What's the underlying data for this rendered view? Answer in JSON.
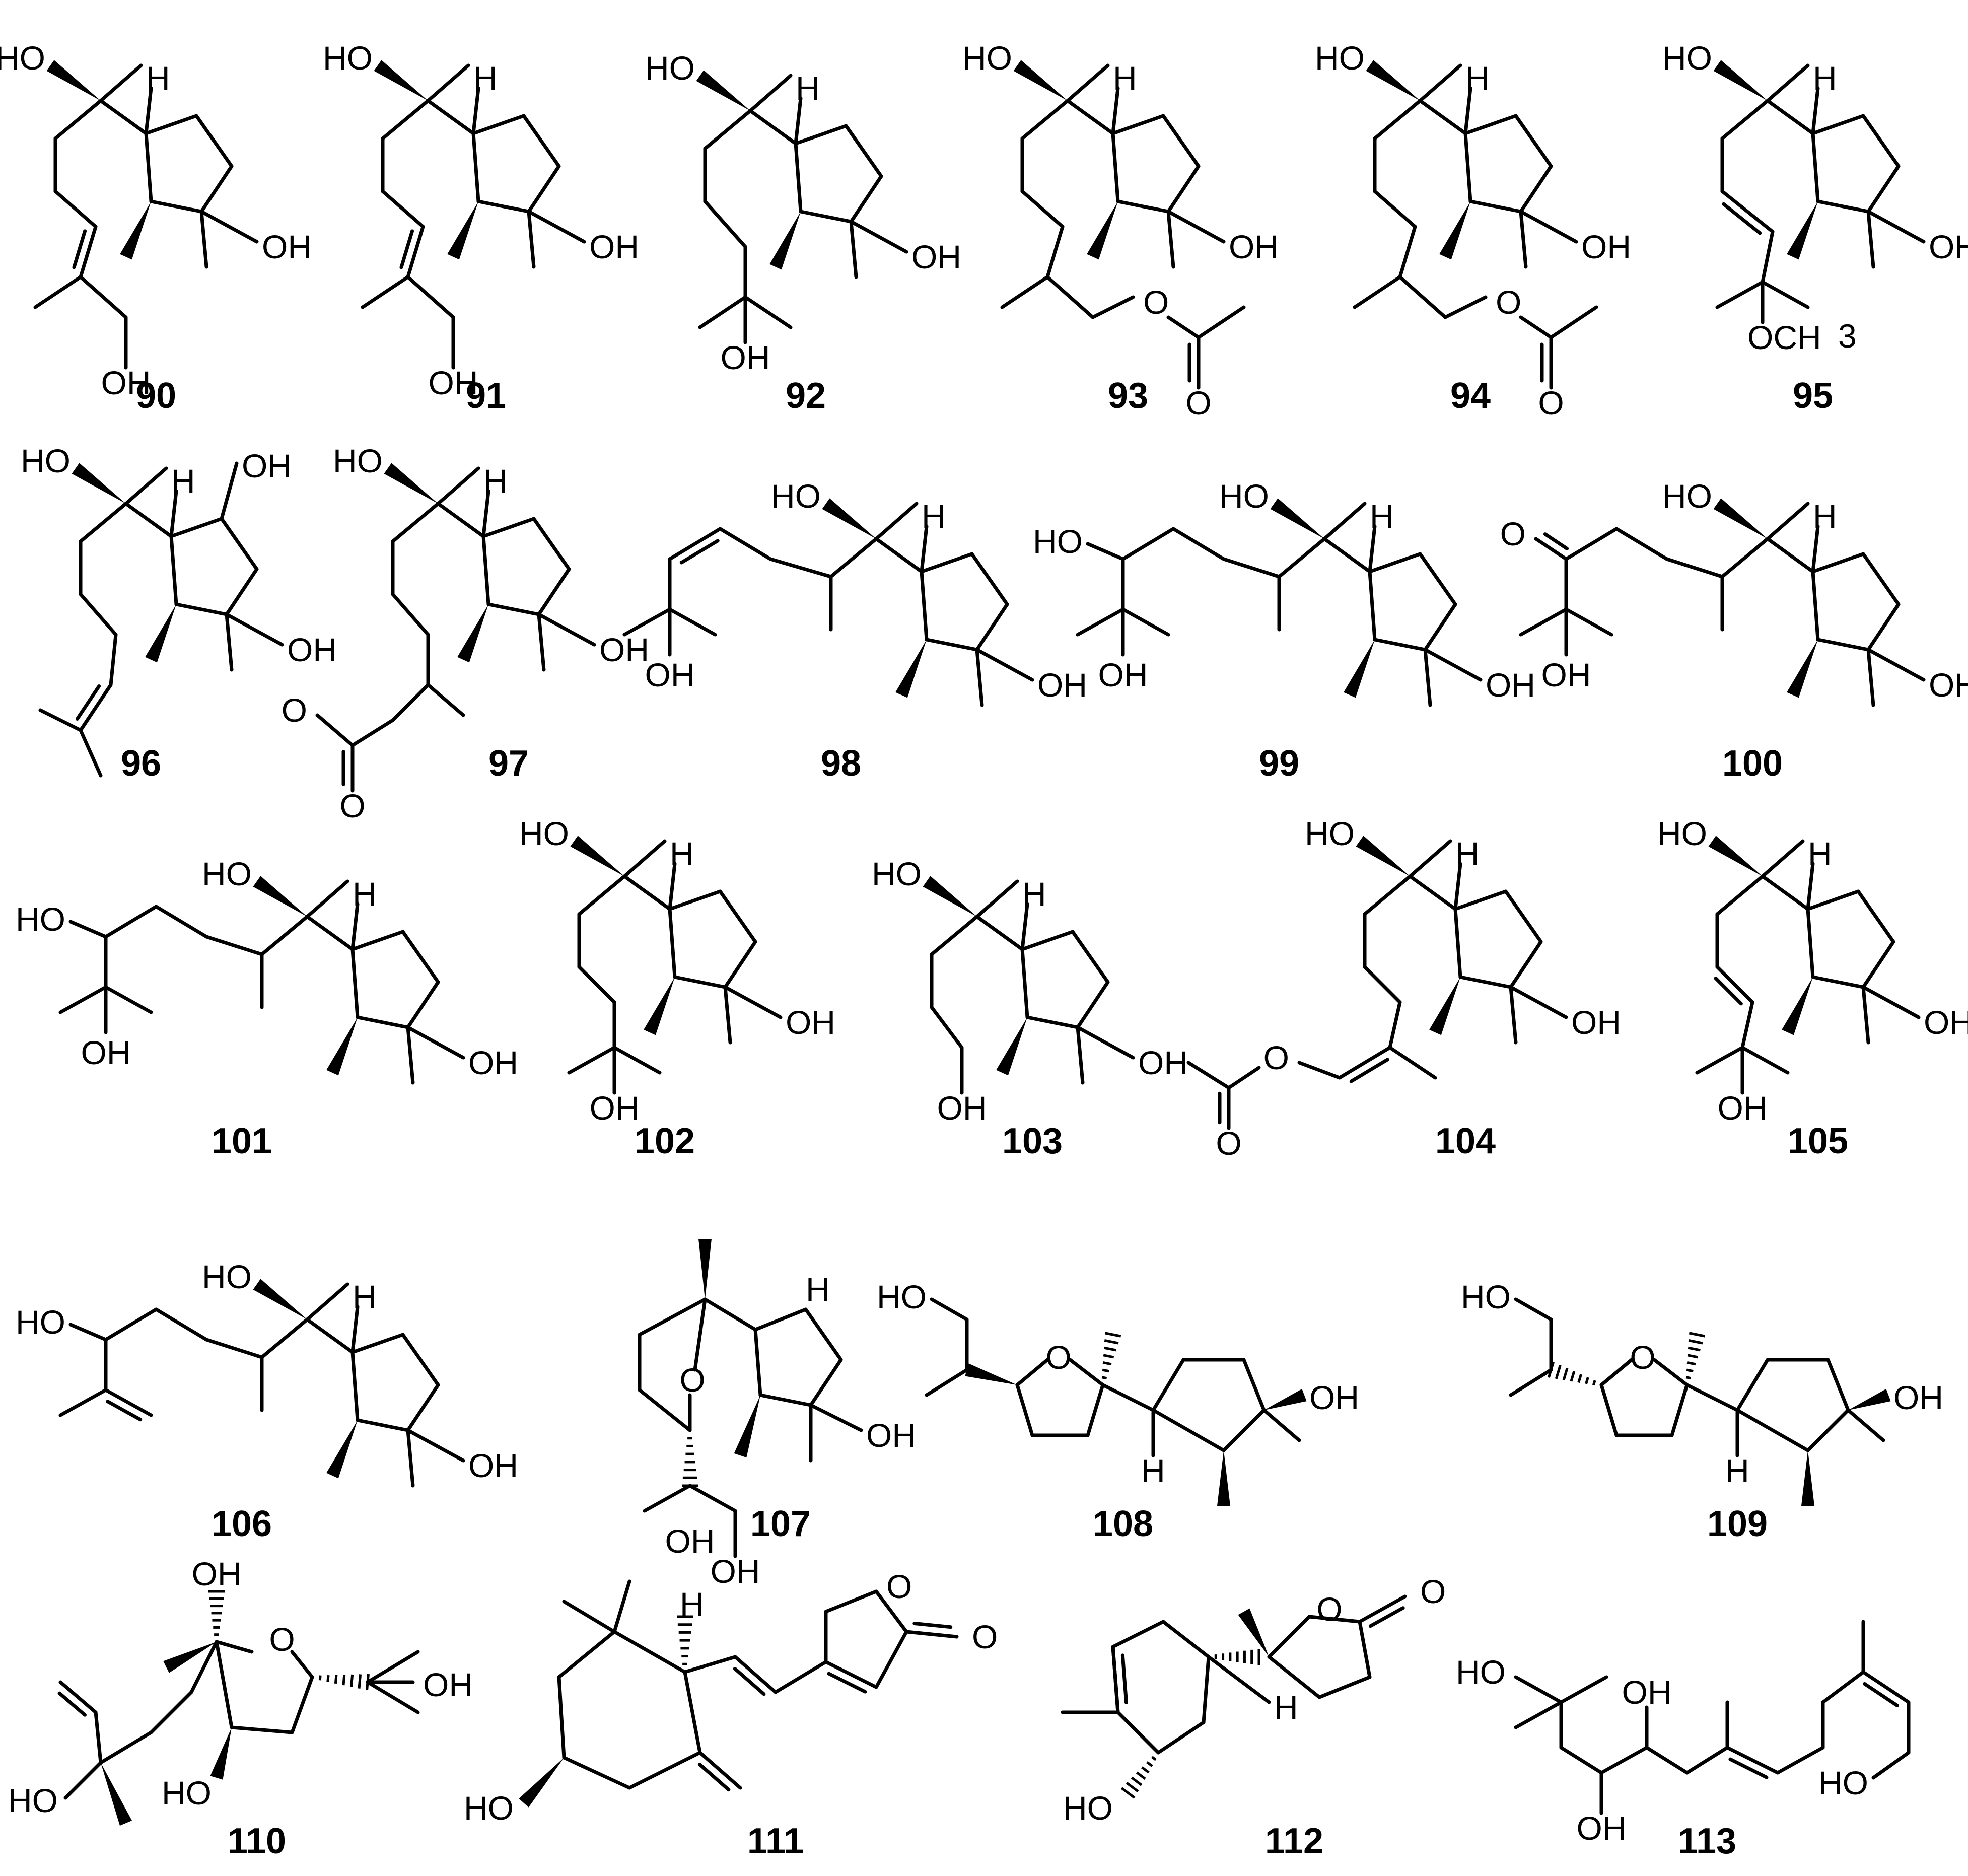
{
  "compounds": [
    {
      "id": "90"
    },
    {
      "id": "91"
    },
    {
      "id": "92"
    },
    {
      "id": "93"
    },
    {
      "id": "94"
    },
    {
      "id": "95"
    },
    {
      "id": "96"
    },
    {
      "id": "97"
    },
    {
      "id": "98"
    },
    {
      "id": "99"
    },
    {
      "id": "100"
    },
    {
      "id": "101"
    },
    {
      "id": "102"
    },
    {
      "id": "103"
    },
    {
      "id": "104"
    },
    {
      "id": "105"
    },
    {
      "id": "106"
    },
    {
      "id": "107"
    },
    {
      "id": "108"
    },
    {
      "id": "109"
    },
    {
      "id": "110"
    },
    {
      "id": "111"
    },
    {
      "id": "112"
    },
    {
      "id": "113"
    }
  ],
  "labels": {
    "hydroxyl": "OH",
    "hydroxyl_left": "HO",
    "hydrogen": "H",
    "oxygen": "O",
    "methoxy": "OCH",
    "methoxy_sub": "3"
  }
}
